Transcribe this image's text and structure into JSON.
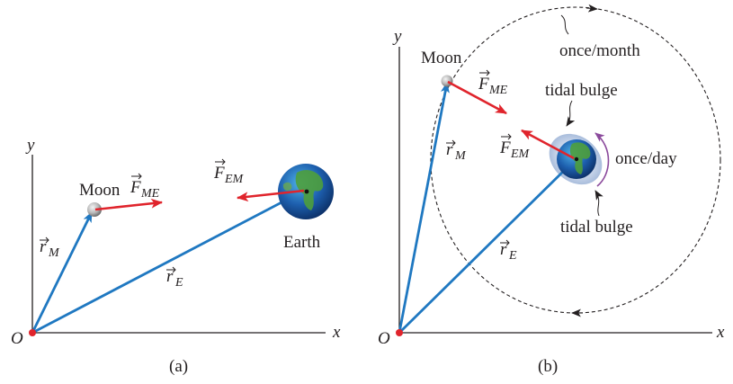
{
  "colors": {
    "position_vector": "#1f78c1",
    "force_vector": "#e0242c",
    "axis": "#231f20",
    "origin_dot": "#e0242c",
    "rotation_arrow": "#8b4a9c",
    "tidal_bulge": "#b9c9e3"
  },
  "icons": {
    "moon": "moon-sphere-icon",
    "earth": "earth-globe-icon"
  },
  "panel_a": {
    "caption": "(a)",
    "axis_x": "x",
    "axis_y": "y",
    "origin": "O",
    "moon_label": "Moon",
    "earth_label": "Earth",
    "r_moon": {
      "symbol": "r",
      "sub": "M"
    },
    "r_earth": {
      "symbol": "r",
      "sub": "E"
    },
    "f_moon_earth": {
      "symbol": "F",
      "sub": "ME"
    },
    "f_earth_moon": {
      "symbol": "F",
      "sub": "EM"
    }
  },
  "panel_b": {
    "caption": "(b)",
    "axis_x": "x",
    "axis_y": "y",
    "origin": "O",
    "moon_label": "Moon",
    "r_moon": {
      "symbol": "r",
      "sub": "M"
    },
    "r_earth": {
      "symbol": "r",
      "sub": "E"
    },
    "f_moon_earth": {
      "symbol": "F",
      "sub": "ME"
    },
    "f_earth_moon": {
      "symbol": "F",
      "sub": "EM"
    },
    "orbit_label": "once/month",
    "rotation_label": "once/day",
    "tidal_bulge_top": "tidal bulge",
    "tidal_bulge_bottom": "tidal bulge"
  }
}
